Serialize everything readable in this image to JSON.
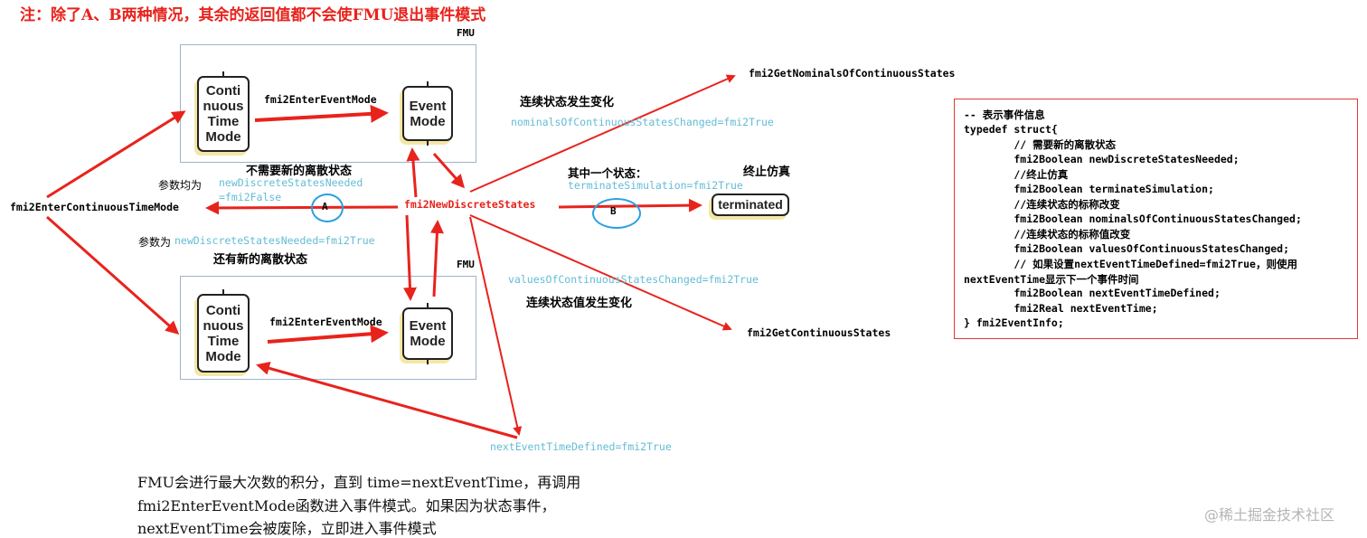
{
  "header_note": "注：除了A、B两种情况，其余的返回值都不会使FMU退出事件模式",
  "fmu_top_label": "FMU",
  "fmu_bottom_label": "FMU",
  "continuous_time_mode": "Conti\nnuous\nTime\nMode",
  "event_mode": "Event\nMode",
  "terminated": "terminated",
  "enter_event_mode_top": "fmi2EnterEventMode",
  "enter_event_mode_bottom": "fmi2EnterEventMode",
  "enter_continuous_time_mode": "fmi2EnterContinuousTimeMode",
  "new_discrete_states": "fmi2NewDiscreteStates",
  "get_nominals": "fmi2GetNominalsOfContinuousStates",
  "get_continuous_states": "fmi2GetContinuousStates",
  "labels": {
    "continuous_state_changed": "连续状态发生变化",
    "nominals_changed": "nominalsOfContinuousStatesChanged=fmi2True",
    "no_new_discrete": "不需要新的离散状态",
    "params_all": "参数均为",
    "new_discrete_needed": "newDiscreteStatesNeeded",
    "eq_false": "=fmi2False",
    "params_for": "参数为",
    "new_discrete_needed_true": "newDiscreteStatesNeeded=fmi2True",
    "still_new_discrete": "还有新的离散状态",
    "one_of_states": "其中一个状态：",
    "terminate_simulation": "terminateSimulation=fmi2True",
    "terminate_sim_cn": "终止仿真",
    "values_changed": "valuesOfContinuousStatesChanged=fmi2True",
    "values_changed_cn": "连续状态值发生变化",
    "next_event_time_defined": "nextEventTimeDefined=fmi2True",
    "circle_a": "A",
    "circle_b": "B"
  },
  "bottom_note": [
    "FMU会进行最大次数的积分，直到 time=nextEventTime，再调用",
    "fmi2EnterEventMode函数进入事件模式。如果因为状态事件，",
    "nextEventTime会被废除，立即进入事件模式"
  ],
  "struct_lines": [
    "-- 表示事件信息",
    "typedef struct{",
    "        // 需要新的离散状态",
    "        fmi2Boolean newDiscreteStatesNeeded;",
    "        //终止仿真",
    "        fmi2Boolean terminateSimulation;",
    "        //连续状态的标称改变",
    "        fmi2Boolean nominalsOfContinuousStatesChanged;",
    "        //连续状态的标称值改变",
    "        fmi2Boolean valuesOfContinuousStatesChanged;",
    "        // 如果设置nextEventTimeDefined=fmi2True，则使用",
    "nextEventTime显示下一个事件时间",
    "        fmi2Boolean nextEventTimeDefined;",
    "        fmi2Real nextEventTime;",
    "} fmi2EventInfo;"
  ],
  "watermark": "@稀土掘金技术社区",
  "colors": {
    "arrow": "#e8231c",
    "cyan_text": "#63bcd6",
    "circle": "#2aa0e0",
    "frame": "#9db3cc"
  }
}
